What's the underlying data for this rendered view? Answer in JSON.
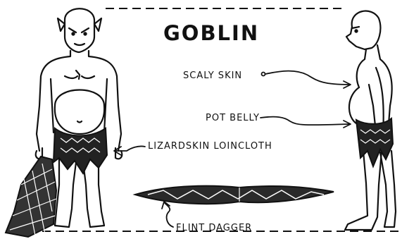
{
  "title": "GOBLIN",
  "callouts": {
    "scaly_skin": "SCALY SKIN",
    "pot_belly": "POT BELLY",
    "loincloth": "LIZARDSKIN LOINCLOTH",
    "dagger": "FLINT DAGGER"
  },
  "ink_color": "#111111",
  "paper_color": "#ffffff"
}
